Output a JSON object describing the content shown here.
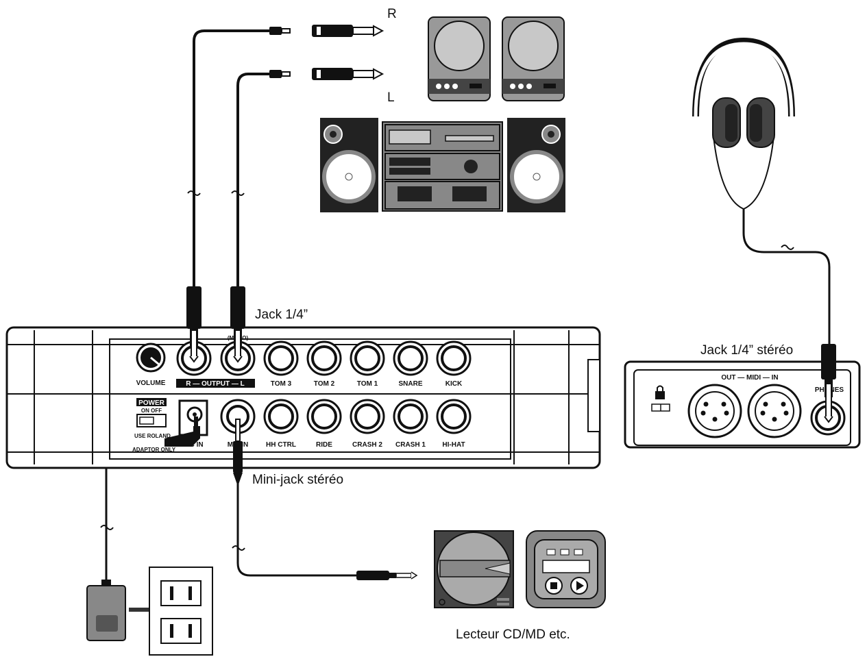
{
  "labels": {
    "right": "R",
    "left": "L",
    "jack_quarter": "Jack 1/4”",
    "jack_quarter_stereo": "Jack 1/4” stéréo",
    "mini_jack": "Mini-jack stéréo",
    "cd_player": "Lecteur CD/MD etc."
  },
  "panel": {
    "volume": "VOLUME",
    "output": "R — OUTPUT — L",
    "output_sub": "(MONO)",
    "top_jacks": [
      "TOM 3",
      "TOM 2",
      "TOM 1",
      "SNARE",
      "KICK"
    ],
    "power_title": "POWER",
    "power_states": "ON  OFF",
    "adaptor_line1": "USE ROLAND",
    "adaptor_line2": "ADAPTOR ONLY",
    "dc_in": "DC IN",
    "mix_in": "MIX IN",
    "bottom_jacks": [
      "HH CTRL",
      "RIDE",
      "CRASH 2",
      "CRASH 1",
      "HI-HAT"
    ]
  },
  "side_panel": {
    "midi": "OUT — MIDI — IN",
    "phones": "PHONES"
  },
  "icons": [
    "lock-icon",
    "headphones-icon",
    "speaker-icon",
    "stereo-system-icon",
    "cd-player-icon",
    "md-player-icon",
    "ac-adaptor-icon",
    "wall-outlet-icon",
    "arrow-right-icon"
  ]
}
